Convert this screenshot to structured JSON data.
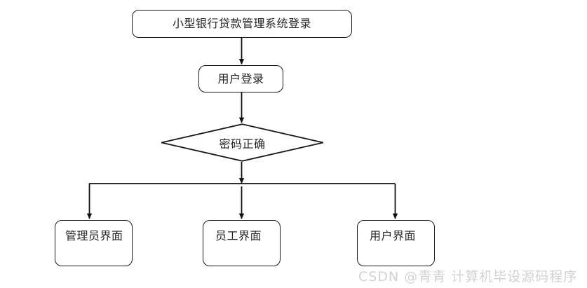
{
  "diagram": {
    "type": "flowchart",
    "title_node": "小型银行贷款管理系统登录",
    "nodes": [
      {
        "id": "title",
        "label": "小型银行贷款管理系统登录",
        "shape": "rounded-rect"
      },
      {
        "id": "login",
        "label": "用户登录",
        "shape": "rounded-rect"
      },
      {
        "id": "decision",
        "label": "密码正确",
        "shape": "diamond"
      },
      {
        "id": "admin",
        "label": "管理员界面",
        "shape": "rounded-rect"
      },
      {
        "id": "staff",
        "label": "员工界面",
        "shape": "rounded-rect"
      },
      {
        "id": "user",
        "label": "用户界面",
        "shape": "rounded-rect"
      }
    ],
    "edges": [
      {
        "from": "title",
        "to": "login",
        "label": ""
      },
      {
        "from": "login",
        "to": "decision",
        "label": ""
      },
      {
        "from": "decision",
        "to": "admin",
        "label": ""
      },
      {
        "from": "decision",
        "to": "staff",
        "label": ""
      },
      {
        "from": "decision",
        "to": "user",
        "label": ""
      }
    ],
    "colors": {
      "stroke": "#1a1a1a",
      "text": "#232323",
      "background": "#ffffff",
      "watermark": "#d2d2d2"
    }
  },
  "watermark": {
    "text": "CSDN @青青  计算机毕设源码程序"
  }
}
